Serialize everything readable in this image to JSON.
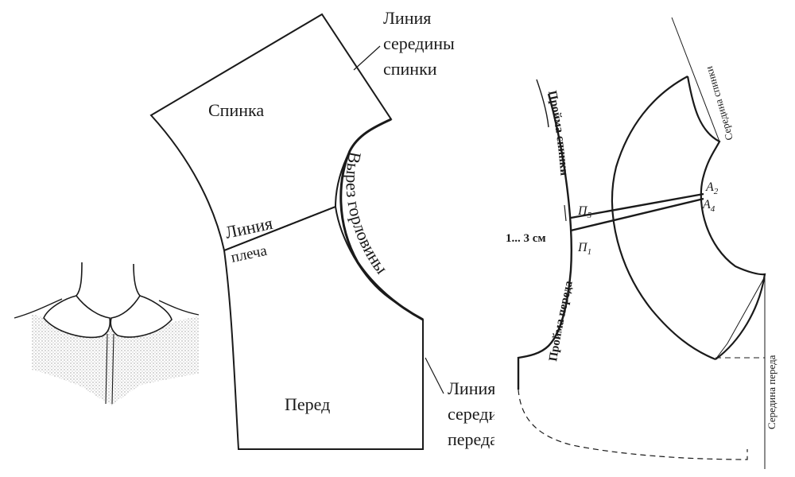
{
  "pattern_center": {
    "back_piece": "Спинка",
    "front_piece": "Перед",
    "neckline_cut": "Вырез горловины",
    "shoulder_line_l1": "Линия",
    "shoulder_line_l2": "плеча",
    "back_center_l1": "Линия",
    "back_center_l2": "середины",
    "back_center_l3": "спинки",
    "front_center_l1": "Линия",
    "front_center_l2": "середины",
    "front_center_l3": "переда"
  },
  "pattern_right": {
    "back_armhole": "Пройма спинки",
    "front_armhole": "Пройма переда",
    "back_center": "Середина спинки",
    "front_center": "Середина переда",
    "measure": "1... 3 см",
    "point_p5": "П",
    "point_p5_sub": "5",
    "point_p1": "П",
    "point_p1_sub": "1",
    "point_a2": "А",
    "point_a2_sub": "2",
    "point_a4": "А",
    "point_a4_sub": "4"
  },
  "colors": {
    "ink": "#1a1a1a",
    "shade": "#c8c8c8",
    "paper": "#ffffff"
  }
}
